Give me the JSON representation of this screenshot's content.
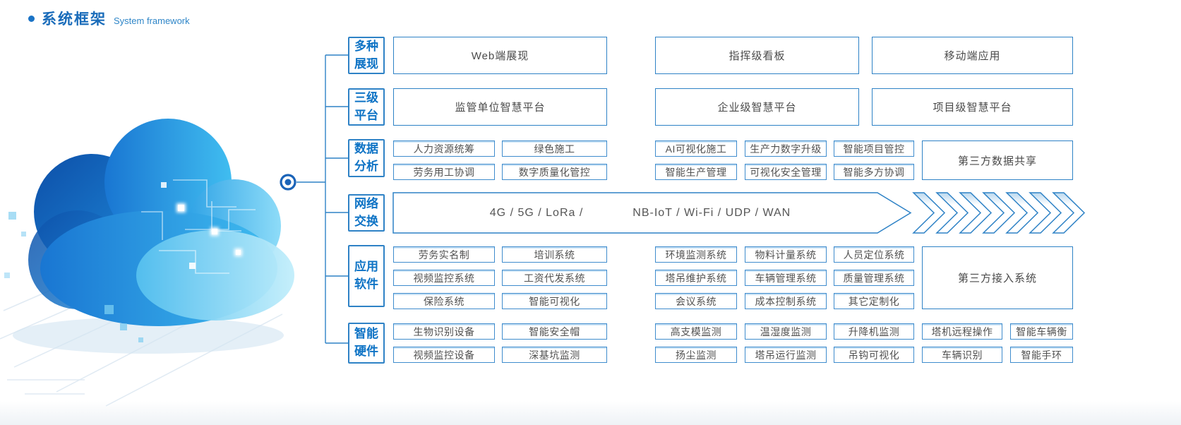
{
  "title": {
    "zh": "系统框架",
    "en": "System framework"
  },
  "colors": {
    "accent": "#2e82c6",
    "category_text": "#0e73c5",
    "box_text": "#4a4a4a",
    "title_blue": "#1a6cba"
  },
  "categories": [
    "多种\n展现",
    "三级\n平台",
    "数据\n分析",
    "网络\n交换",
    "应用\n软件",
    "智能\n硬件"
  ],
  "row_display": {
    "boxes": [
      "Web端展现",
      "指挥级看板",
      "移动端应用"
    ]
  },
  "row_platform": {
    "boxes": [
      "监管单位智慧平台",
      "企业级智慧平台",
      "项目级智慧平台"
    ]
  },
  "row_data": {
    "left": [
      [
        "人力资源统筹",
        "绿色施工"
      ],
      [
        "劳务用工协调",
        "数字质量化管控"
      ]
    ],
    "mid": [
      [
        "AI可视化施工",
        "生产力数字升级",
        "智能项目管控"
      ],
      [
        "智能生产管理",
        "可视化安全管理",
        "智能多方协调"
      ]
    ],
    "right": "第三方数据共享"
  },
  "row_network": {
    "text1": "4G / 5G / LoRa /",
    "text2": "NB-IoT / Wi-Fi / UDP / WAN"
  },
  "row_apps": {
    "left": [
      [
        "劳务实名制",
        "培训系统"
      ],
      [
        "视频监控系统",
        "工资代发系统"
      ],
      [
        "保险系统",
        "智能可视化"
      ]
    ],
    "mid": [
      [
        "环境监测系统",
        "物料计量系统",
        "人员定位系统"
      ],
      [
        "塔吊维护系统",
        "车辆管理系统",
        "质量管理系统"
      ],
      [
        "会议系统",
        "成本控制系统",
        "其它定制化"
      ]
    ],
    "right": "第三方接入系统"
  },
  "row_hw": {
    "left": [
      [
        "生物识别设备",
        "智能安全帽"
      ],
      [
        "视频监控设备",
        "深基坑监测"
      ]
    ],
    "right": [
      [
        "高支模监测",
        "温湿度监测",
        "升降机监测",
        "塔机远程操作",
        "智能车辆衡"
      ],
      [
        "扬尘监测",
        "塔吊运行监测",
        "吊钩可视化",
        "车辆识别",
        "智能手环"
      ]
    ]
  }
}
